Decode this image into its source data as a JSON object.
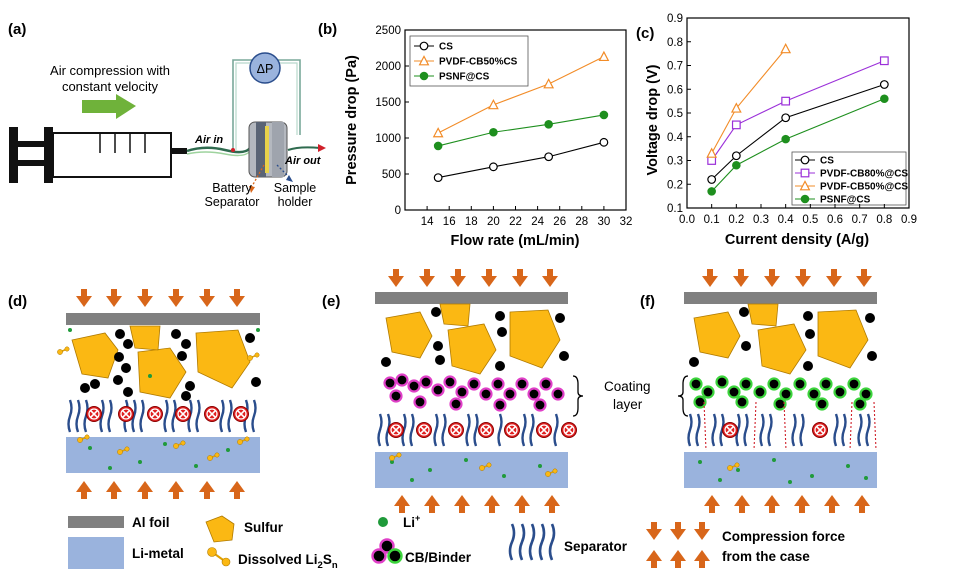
{
  "panels": {
    "a": {
      "label": "(a)",
      "air_compression_line1": "Air compression with",
      "air_compression_line2": "constant velocity",
      "dp": "ΔP",
      "air_in": "Air in",
      "air_out": "Air out",
      "battery_line1": "Battery",
      "battery_line2": "Separator",
      "sample_line1": "Sample",
      "sample_line2": "holder"
    },
    "b": {
      "label": "(b)"
    },
    "c": {
      "label": "(c)"
    },
    "d": {
      "label": "(d)"
    },
    "e": {
      "label": "(e)",
      "coating_line1": "Coating",
      "coating_line2": "layer"
    },
    "f": {
      "label": "(f)"
    }
  },
  "chart_data": [
    {
      "type": "line",
      "panel": "b",
      "xlabel": "Flow rate (mL/min)",
      "ylabel": "Pressure drop (Pa)",
      "xlim": [
        12,
        32
      ],
      "ylim": [
        0,
        2500
      ],
      "xticks": [
        14,
        16,
        18,
        20,
        22,
        24,
        26,
        28,
        30,
        32
      ],
      "yticks": [
        0,
        500,
        1000,
        1500,
        2000,
        2500
      ],
      "legend_position": "top-left",
      "series": [
        {
          "name": "CS",
          "color": "#000000",
          "marker": "circle-open",
          "x": [
            15,
            20,
            25,
            30
          ],
          "y": [
            450,
            600,
            740,
            940
          ]
        },
        {
          "name": "PVDF-CB50%CS",
          "color": "#f28c28",
          "marker": "triangle-open",
          "x": [
            15,
            20,
            25,
            30
          ],
          "y": [
            1070,
            1460,
            1750,
            2130
          ]
        },
        {
          "name": "PSNF@CS",
          "color": "#1e8f1e",
          "marker": "circle-filled",
          "x": [
            15,
            20,
            25,
            30
          ],
          "y": [
            890,
            1080,
            1190,
            1320
          ]
        }
      ]
    },
    {
      "type": "line",
      "panel": "c",
      "xlabel": "Current density (A/g)",
      "ylabel": "Voltage drop (V)",
      "xlim": [
        0,
        0.9
      ],
      "ylim": [
        0.1,
        0.9
      ],
      "xticks": [
        0.0,
        0.1,
        0.2,
        0.3,
        0.4,
        0.5,
        0.6,
        0.7,
        0.8,
        0.9
      ],
      "yticks": [
        0.1,
        0.2,
        0.3,
        0.4,
        0.5,
        0.6,
        0.7,
        0.8,
        0.9
      ],
      "legend_position": "bottom-right",
      "series": [
        {
          "name": "CS",
          "color": "#000000",
          "marker": "circle-open",
          "x": [
            0.1,
            0.2,
            0.4,
            0.8
          ],
          "y": [
            0.22,
            0.32,
            0.48,
            0.62
          ]
        },
        {
          "name": "PVDF-CB80%@CS",
          "color": "#9b30d9",
          "marker": "square-open",
          "x": [
            0.1,
            0.2,
            0.4,
            0.8
          ],
          "y": [
            0.3,
            0.45,
            0.55,
            0.72
          ]
        },
        {
          "name": "PVDF-CB50%@CS",
          "color": "#f28c28",
          "marker": "triangle-open",
          "x": [
            0.1,
            0.2,
            0.4
          ],
          "y": [
            0.33,
            0.52,
            0.77
          ]
        },
        {
          "name": "PSNF@CS",
          "color": "#1e8f1e",
          "marker": "circle-filled",
          "x": [
            0.1,
            0.2,
            0.4,
            0.8
          ],
          "y": [
            0.17,
            0.28,
            0.39,
            0.56
          ]
        }
      ]
    }
  ],
  "legend_key": {
    "al_foil": "Al foil",
    "li_metal": "Li-metal",
    "sulfur": "Sulfur",
    "dissolved_prefix": "Dissolved Li",
    "dissolved_sub1": "2",
    "dissolved_mid": "S",
    "dissolved_sub2": "n",
    "li_ion": "Li",
    "li_ion_sup": "+",
    "cb_binder": "CB/Binder",
    "separator": "Separator",
    "compression_line1": "Compression force",
    "compression_line2": "from the case"
  },
  "colors": {
    "arrow": "#d8661a",
    "al_foil": "#808080",
    "li_metal": "#9ab3dd",
    "sulfur": "#fbb813",
    "separator": "#2a4d8c",
    "li_ion": "#1f9a3a",
    "pvdf_ring": "#e040c8",
    "psnf_ring": "#3cd43c"
  }
}
